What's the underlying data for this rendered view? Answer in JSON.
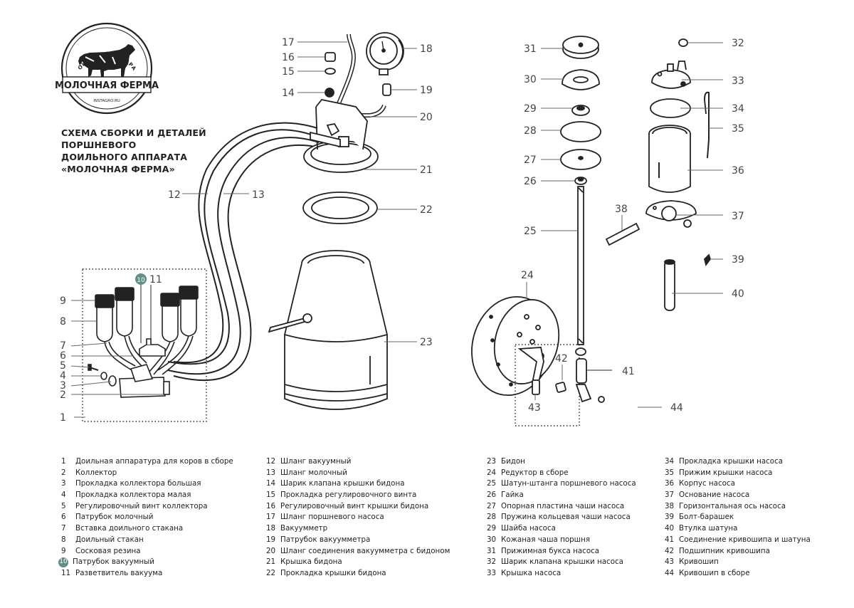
{
  "logo": {
    "arc_text": "ДОИЛЬНЫЙ АППАРАТ",
    "brand": "МОЛОЧНАЯ ФЕРМА",
    "site": "INSTAGRO.RU"
  },
  "title_lines": [
    "СХЕМА СБОРКИ И ДЕТАЛЕЙ",
    "ПОРШНЕВОГО",
    "ДОИЛЬНОГО АППАРАТА",
    "«МОЛОЧНАЯ ФЕРМА»"
  ],
  "callouts": {
    "n1": "1",
    "n2": "2",
    "n3": "3",
    "n4": "4",
    "n5": "5",
    "n6": "6",
    "n7": "7",
    "n8": "8",
    "n9": "9",
    "n10": "10",
    "n11": "11",
    "n12": "12",
    "n13": "13",
    "n14": "14",
    "n15": "15",
    "n16": "16",
    "n17": "17",
    "n18": "18",
    "n19": "19",
    "n20": "20",
    "n21": "21",
    "n22": "22",
    "n23": "23",
    "n24": "24",
    "n25": "25",
    "n26": "26",
    "n27": "27",
    "n28": "28",
    "n29": "29",
    "n30": "30",
    "n31": "31",
    "n32": "32",
    "n33": "33",
    "n34": "34",
    "n35": "35",
    "n36": "36",
    "n37": "37",
    "n38": "38",
    "n39": "39",
    "n40": "40",
    "n41": "41",
    "n42": "42",
    "n43": "43",
    "n44": "44"
  },
  "accent_color": "#5f8f86",
  "legend": [
    [
      {
        "num": "1",
        "text": "Доильная аппаратура для коров в сборе"
      },
      {
        "num": "2",
        "text": "Коллектор"
      },
      {
        "num": "3",
        "text": "Прокладка коллектора большая"
      },
      {
        "num": "4",
        "text": "Прокладка коллектора малая"
      },
      {
        "num": "5",
        "text": "Регулировочный винт коллектора"
      },
      {
        "num": "6",
        "text": "Патрубок молочный"
      },
      {
        "num": "7",
        "text": "Вставка доильного стакана"
      },
      {
        "num": "8",
        "text": "Доильный стакан"
      },
      {
        "num": "9",
        "text": "Сосковая резина"
      },
      {
        "num": "10",
        "text": "Патрубок вакуумный",
        "highlight": true
      },
      {
        "num": "11",
        "text": "Разветвитель вакуума"
      }
    ],
    [
      {
        "num": "12",
        "text": "Шланг вакуумный"
      },
      {
        "num": "13",
        "text": "Шланг молочный"
      },
      {
        "num": "14",
        "text": "Шарик клапана крышки бидона"
      },
      {
        "num": "15",
        "text": "Прокладка регулировочного винта"
      },
      {
        "num": "16",
        "text": "Регулировочный винт крышки бидона"
      },
      {
        "num": "17",
        "text": "Шланг поршневого насоса"
      },
      {
        "num": "18",
        "text": "Вакуумметр"
      },
      {
        "num": "19",
        "text": "Патрубок вакуумметра"
      },
      {
        "num": "20",
        "text": "Шланг соединения вакуумметра с бидоном"
      },
      {
        "num": "21",
        "text": "Крышка бидона"
      },
      {
        "num": "22",
        "text": "Прокладка крышки бидона"
      }
    ],
    [
      {
        "num": "23",
        "text": "Бидон"
      },
      {
        "num": "24",
        "text": "Редуктор в сборе"
      },
      {
        "num": "25",
        "text": "Шатун-штанга поршневого насоса"
      },
      {
        "num": "26",
        "text": "Гайка"
      },
      {
        "num": "27",
        "text": "Опорная пластина чаши насоса"
      },
      {
        "num": "28",
        "text": "Пружина кольцевая чаши насоса"
      },
      {
        "num": "29",
        "text": "Шайба насоса"
      },
      {
        "num": "30",
        "text": "Кожаная чаша поршня"
      },
      {
        "num": "31",
        "text": "Прижимная букса насоса"
      },
      {
        "num": "32",
        "text": "Шарик клапана крышки насоса"
      },
      {
        "num": "33",
        "text": "Крышка насоса"
      }
    ],
    [
      {
        "num": "34",
        "text": "Прокладка крышки насоса"
      },
      {
        "num": "35",
        "text": "Прижим крышки насоса"
      },
      {
        "num": "36",
        "text": "Корпус насоса"
      },
      {
        "num": "37",
        "text": "Основание насоса"
      },
      {
        "num": "38",
        "text": "Горизонтальная ось насоса"
      },
      {
        "num": "39",
        "text": "Болт-барашек"
      },
      {
        "num": "40",
        "text": "Втулка шатуна"
      },
      {
        "num": "41",
        "text": "Соединение кривошипа и шатуна"
      },
      {
        "num": "42",
        "text": "Подшипник кривошипа"
      },
      {
        "num": "43",
        "text": "Кривошип"
      },
      {
        "num": "44",
        "text": "Кривошип в сборе"
      }
    ]
  ]
}
